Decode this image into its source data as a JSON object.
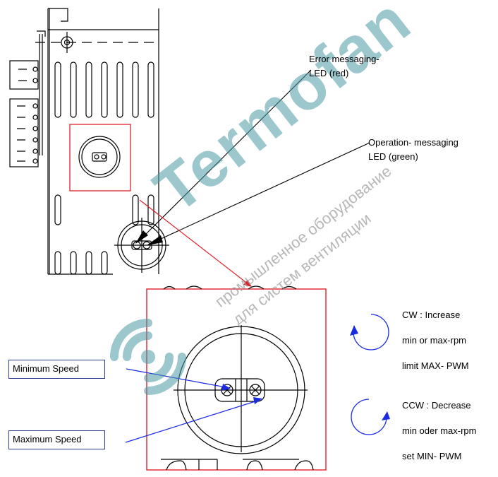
{
  "labels": {
    "error_led": [
      "Error messaging-",
      "LED (red)"
    ],
    "operation_led": [
      "Operation- messaging",
      "LED (green)"
    ],
    "cw": [
      "CW : Increase",
      "min or max-rpm",
      "limit MAX- PWM"
    ],
    "ccw": [
      "CCW : Decrease",
      "min oder max-rpm",
      "set MIN- PWM"
    ],
    "minimum_speed": "Minimum Speed",
    "maximum_speed": "Maximum Speed"
  },
  "watermark": {
    "brand": "Termofan",
    "tagline_1": "промышленное оборудование",
    "tagline_2": "для систем вентиляции"
  },
  "colors": {
    "line": "#000000",
    "highlight_box": "#e0202a",
    "callout_box": "#2b3a8a",
    "blue_arrow": "#1a2be0",
    "watermark": "#4a9aa6"
  }
}
